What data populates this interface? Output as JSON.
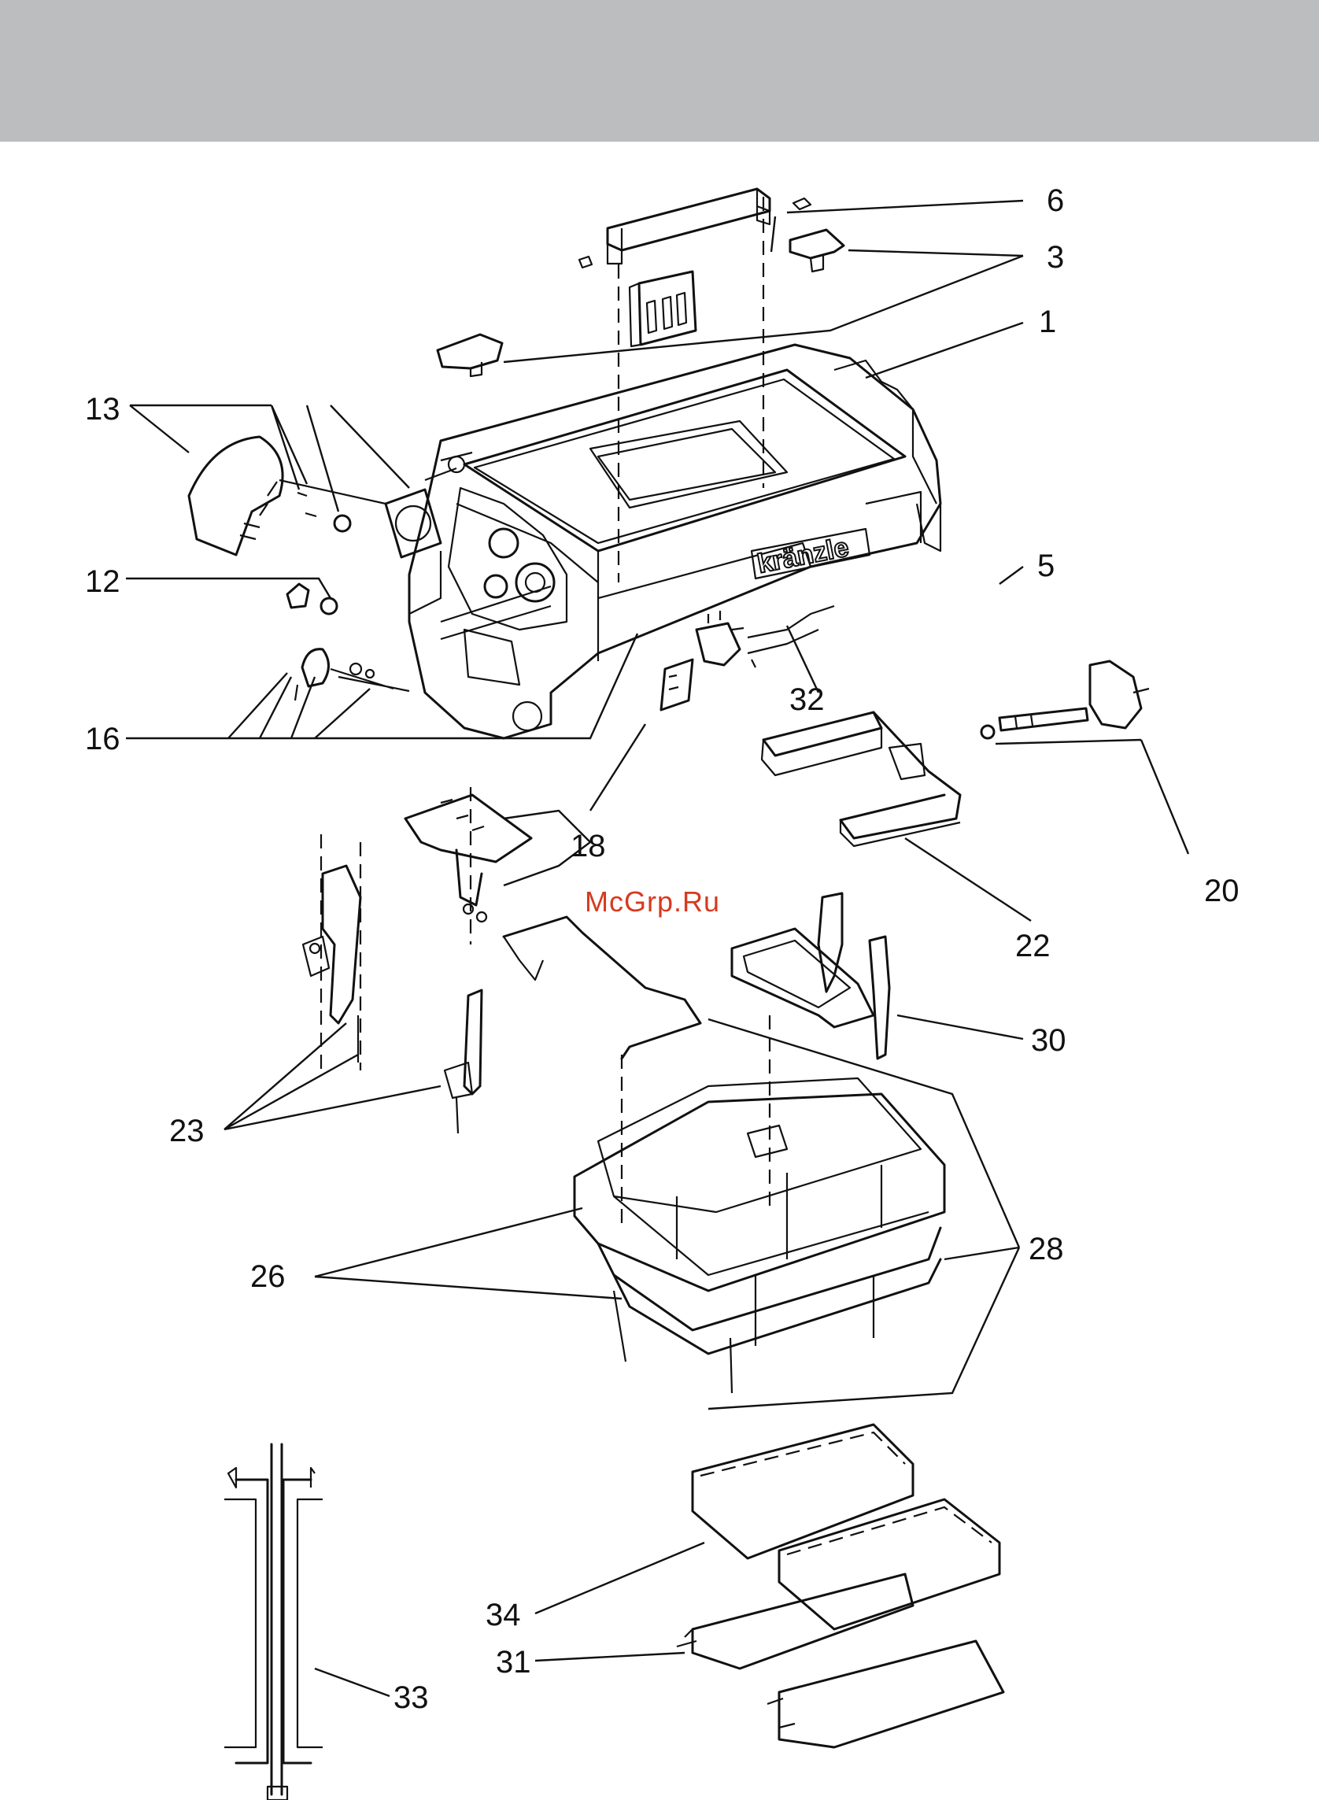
{
  "watermark": "McGrp.Ru",
  "brand_logo": "kränzle",
  "header_color": "#bcbdbf",
  "callouts": [
    {
      "id": "part-6",
      "label": "6"
    },
    {
      "id": "part-3",
      "label": "3"
    },
    {
      "id": "part-1",
      "label": "1"
    },
    {
      "id": "part-13",
      "label": "13"
    },
    {
      "id": "part-5",
      "label": "5"
    },
    {
      "id": "part-12",
      "label": "12"
    },
    {
      "id": "part-32",
      "label": "32"
    },
    {
      "id": "part-16",
      "label": "16"
    },
    {
      "id": "part-20",
      "label": "20"
    },
    {
      "id": "part-18",
      "label": "18"
    },
    {
      "id": "part-22",
      "label": "22"
    },
    {
      "id": "part-30",
      "label": "30"
    },
    {
      "id": "part-23",
      "label": "23"
    },
    {
      "id": "part-28",
      "label": "28"
    },
    {
      "id": "part-26",
      "label": "26"
    },
    {
      "id": "part-34",
      "label": "34"
    },
    {
      "id": "part-31",
      "label": "31"
    },
    {
      "id": "part-33",
      "label": "33"
    }
  ]
}
